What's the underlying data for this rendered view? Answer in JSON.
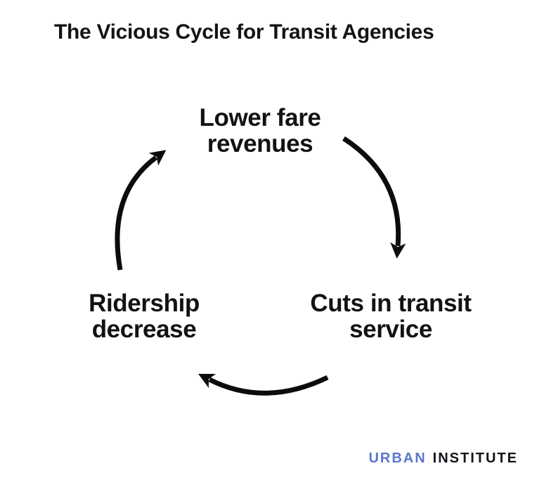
{
  "title": "The Vicious Cycle for Transit Agencies",
  "cycle": {
    "nodes": [
      {
        "id": "lower-fare-revenues",
        "line1": "Lower fare",
        "line2": "revenues"
      },
      {
        "id": "cuts-in-transit-service",
        "line1": "Cuts in transit",
        "line2": "service"
      },
      {
        "id": "ridership-decrease",
        "line1": "Ridership",
        "line2": "decrease"
      }
    ],
    "edges": [
      {
        "from": "Lower fare revenues",
        "to": "Cuts in transit service"
      },
      {
        "from": "Cuts in transit service",
        "to": "Ridership decrease"
      },
      {
        "from": "Ridership decrease",
        "to": "Lower fare revenues"
      }
    ]
  },
  "footer": {
    "logo": {
      "urban": "URBAN",
      "institute": "INSTITUTE",
      "urban_color": "#5c77c9",
      "institute_color": "#13131b"
    }
  },
  "colors": {
    "background": "#ffffff",
    "text": "#121212",
    "arrow": "#0c0c0c"
  }
}
